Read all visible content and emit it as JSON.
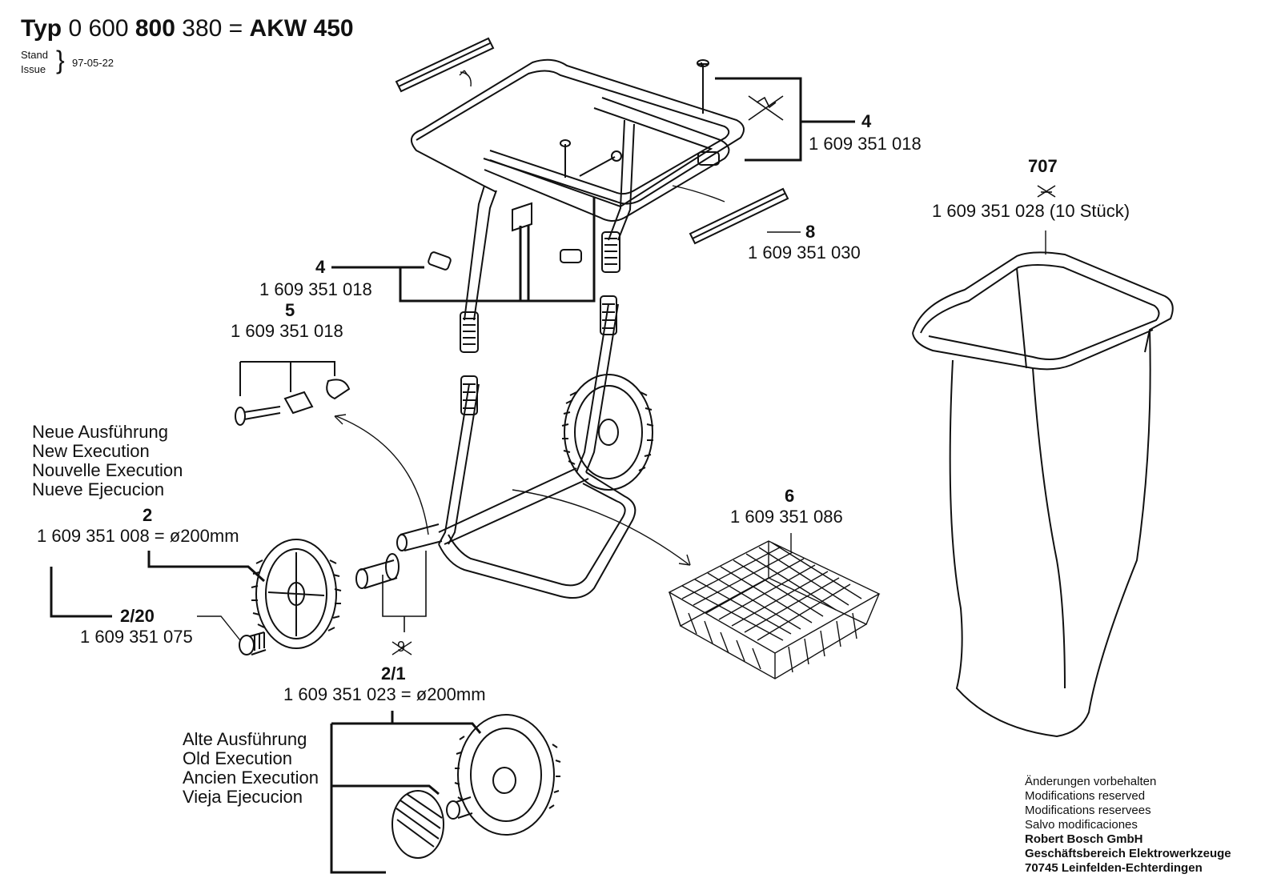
{
  "header": {
    "typ_prefix": "Typ",
    "typ_num_a": "0 600",
    "typ_num_b": "800",
    "typ_num_c": "380 =",
    "model": "AKW 450",
    "stand": "Stand",
    "issue": "Issue",
    "date": "97-05-22"
  },
  "parts": {
    "p4_top": {
      "num": "4",
      "code": "1 609 351 018"
    },
    "p8": {
      "num": "8",
      "code": "1 609 351 030"
    },
    "p707": {
      "num": "707",
      "code": "1 609 351 028 (10 Stück)"
    },
    "p4_left": {
      "num": "4",
      "code": "1 609 351 018"
    },
    "p5": {
      "num": "5",
      "code": "1 609 351 018"
    },
    "p2": {
      "num": "2",
      "code": "1 609 351 008 = ø200mm"
    },
    "p2_20": {
      "num": "2/20",
      "code": "1 609 351 075"
    },
    "p9": {
      "num": "9"
    },
    "p2_1": {
      "num": "2/1",
      "code": "1 609 351 023 = ø200mm"
    },
    "p6": {
      "num": "6",
      "code": "1 609 351 086"
    }
  },
  "new_execution": [
    "Neue Ausführung",
    "New Execution",
    "Nouvelle Execution",
    "Nueve Ejecucion"
  ],
  "old_execution": [
    "Alte Ausführung",
    "Old Execution",
    "Ancien Execution",
    "Vieja Ejecucion"
  ],
  "footer": {
    "lines": [
      "Änderungen vorbehalten",
      "Modifications reserved",
      "Modifications reservees",
      "Salvo modificaciones"
    ],
    "bold_lines": [
      "Robert Bosch GmbH",
      "Geschäftsbereich Elektrowerkzeuge",
      "70745 Leinfelden-Echterdingen"
    ]
  }
}
